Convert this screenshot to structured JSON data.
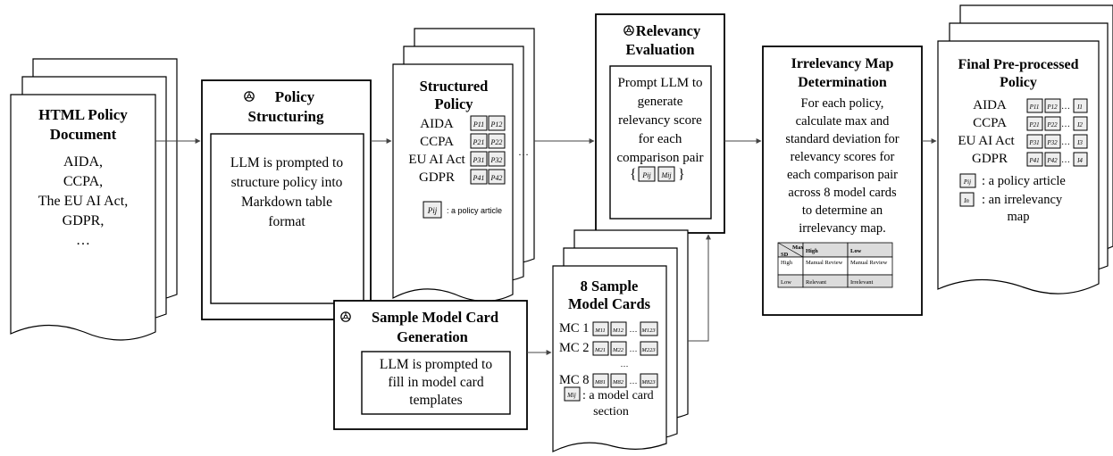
{
  "html_doc": {
    "title": [
      "HTML Policy",
      "Document"
    ],
    "lines": [
      "AIDA,",
      "CCPA,",
      "The EU AI Act,",
      "GDPR,",
      "…"
    ]
  },
  "policy_structuring": {
    "title_icon": "openai-logo-icon",
    "title": [
      "Policy",
      "Structuring"
    ],
    "body": [
      "LLM is prompted to",
      "structure policy into",
      "Markdown table",
      "format"
    ]
  },
  "structured_policy": {
    "title": [
      "Structured",
      "Policy"
    ],
    "rows": [
      {
        "label": "AIDA",
        "cells": [
          "P11",
          "P12"
        ]
      },
      {
        "label": "CCPA",
        "cells": [
          "P21",
          "P22"
        ]
      },
      {
        "label": "EU AI Act",
        "cells": [
          "P31",
          "P32"
        ]
      },
      {
        "label": "GDPR",
        "cells": [
          "P41",
          "P42"
        ]
      }
    ],
    "ellipsis": "…",
    "legend_cell": "Pij",
    "legend_text": ": a policy article"
  },
  "relevancy_evaluation": {
    "title_icon": "openai-logo-icon",
    "title": [
      "Relevancy",
      "Evaluation"
    ],
    "body": [
      "Prompt LLM to",
      "generate",
      "relevancy score",
      "for each",
      "comparison pair"
    ],
    "pair_cells": [
      "Pij",
      "Mij"
    ]
  },
  "irrelevancy_map": {
    "title": [
      "Irrelevancy Map",
      "Determination"
    ],
    "body": [
      "For each policy,",
      "calculate max and",
      "standard deviation for",
      "relevancy scores for",
      "each comparison pair",
      "across 8 model cards",
      "to determine an",
      "irrelevancy map."
    ],
    "table": {
      "corner_top": "Max",
      "corner_bottom": "SD",
      "col_headers": [
        "High",
        "Low"
      ],
      "rows": [
        {
          "label": "High",
          "cells": [
            "Manual Review",
            "Manual Review"
          ]
        },
        {
          "label": "Low",
          "cells": [
            "Relevant",
            "Irrelevant"
          ]
        }
      ]
    }
  },
  "final_policy": {
    "title": [
      "Final Pre-processed",
      "Policy"
    ],
    "rows": [
      {
        "label": "AIDA",
        "cells": [
          "P11",
          "P12"
        ],
        "end": "I1"
      },
      {
        "label": "CCPA",
        "cells": [
          "P21",
          "P22"
        ],
        "end": "I2"
      },
      {
        "label": "EU AI Act",
        "cells": [
          "P31",
          "P32"
        ],
        "end": "I3"
      },
      {
        "label": "GDPR",
        "cells": [
          "P41",
          "P42"
        ],
        "end": "I4"
      }
    ],
    "dots": "…",
    "legend": [
      {
        "cell": "Pij",
        "text": [
          ": a policy article"
        ]
      },
      {
        "cell": "In",
        "text": [
          ": an irrelevancy",
          "map"
        ]
      }
    ]
  },
  "model_card_generation": {
    "title_icon": "openai-logo-icon",
    "title": [
      "Sample Model Card",
      "Generation"
    ],
    "body": [
      "LLM is prompted to",
      "fill in model card",
      "templates"
    ]
  },
  "sample_model_cards": {
    "title": [
      "8 Sample",
      "Model Cards"
    ],
    "rows": [
      {
        "label": "MC 1",
        "cells": [
          "M11",
          "M12",
          "M123"
        ]
      },
      {
        "label": "MC 2",
        "cells": [
          "M21",
          "M22",
          "M223"
        ]
      },
      {
        "label": "MC 8",
        "cells": [
          "M81",
          "M82",
          "M823"
        ]
      }
    ],
    "dots": "…",
    "legend_cell": "Mij",
    "legend_text": [
      ": a model card",
      "section"
    ]
  }
}
